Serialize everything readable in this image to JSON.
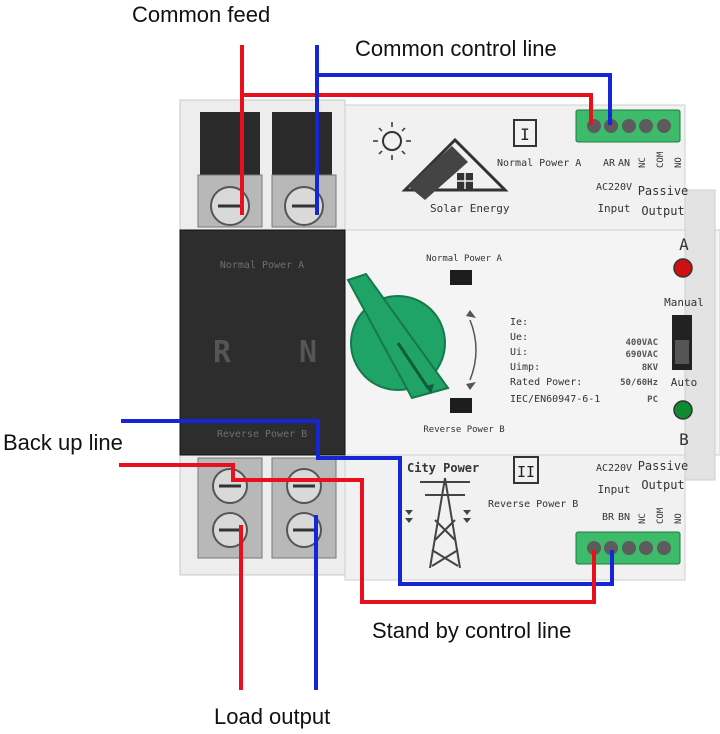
{
  "callouts": {
    "common_feed": "Common feed",
    "common_control_line": "Common control line",
    "back_up_line": "Back up line",
    "stand_by_control_line": "Stand by control line",
    "load_output": "Load output"
  },
  "device": {
    "module_a": {
      "roman": "I",
      "brand": "Solar Energy",
      "power_label": "Normal Power A",
      "terminal_labels": [
        "AR",
        "AN",
        "NC",
        "COM",
        "NO"
      ],
      "input_voltage": "AC220V",
      "input_label": "Input",
      "passive_label": "Passive",
      "output_label": "Output"
    },
    "module_b": {
      "roman": "II",
      "brand": "City Power",
      "power_label": "Reverse Power B",
      "terminal_labels": [
        "BR",
        "BN",
        "NC",
        "COM",
        "NO"
      ],
      "input_voltage": "AC220V",
      "input_label": "Input",
      "passive_label": "Passive",
      "output_label": "Output"
    },
    "pole_letters": [
      "R",
      "N"
    ],
    "cover_top_label": "Normal Power A",
    "cover_bottom_label": "Reverse Power B",
    "center": {
      "window_top_label": "Normal Power A",
      "window_bottom_label": "Reverse Power B",
      "spec_keys": [
        "Ie:",
        "Ue:",
        "Ui:",
        "Uimp:",
        "Rated Power:",
        "IEC/EN60947-6-1"
      ],
      "spec_values": [
        "",
        "400VAC",
        "690VAC",
        "8KV",
        "50/60Hz",
        "PC"
      ]
    },
    "indicators": {
      "a_letter": "A",
      "b_letter": "B",
      "manual_label": "Manual",
      "auto_label": "Auto",
      "a_color": "#d01010",
      "b_color": "#0e8a32"
    }
  },
  "colors": {
    "feed_wire": "#e8101c",
    "control_wire": "#1526d6",
    "handle": "#1fa366",
    "terminal_block": "#3dbb6a"
  }
}
